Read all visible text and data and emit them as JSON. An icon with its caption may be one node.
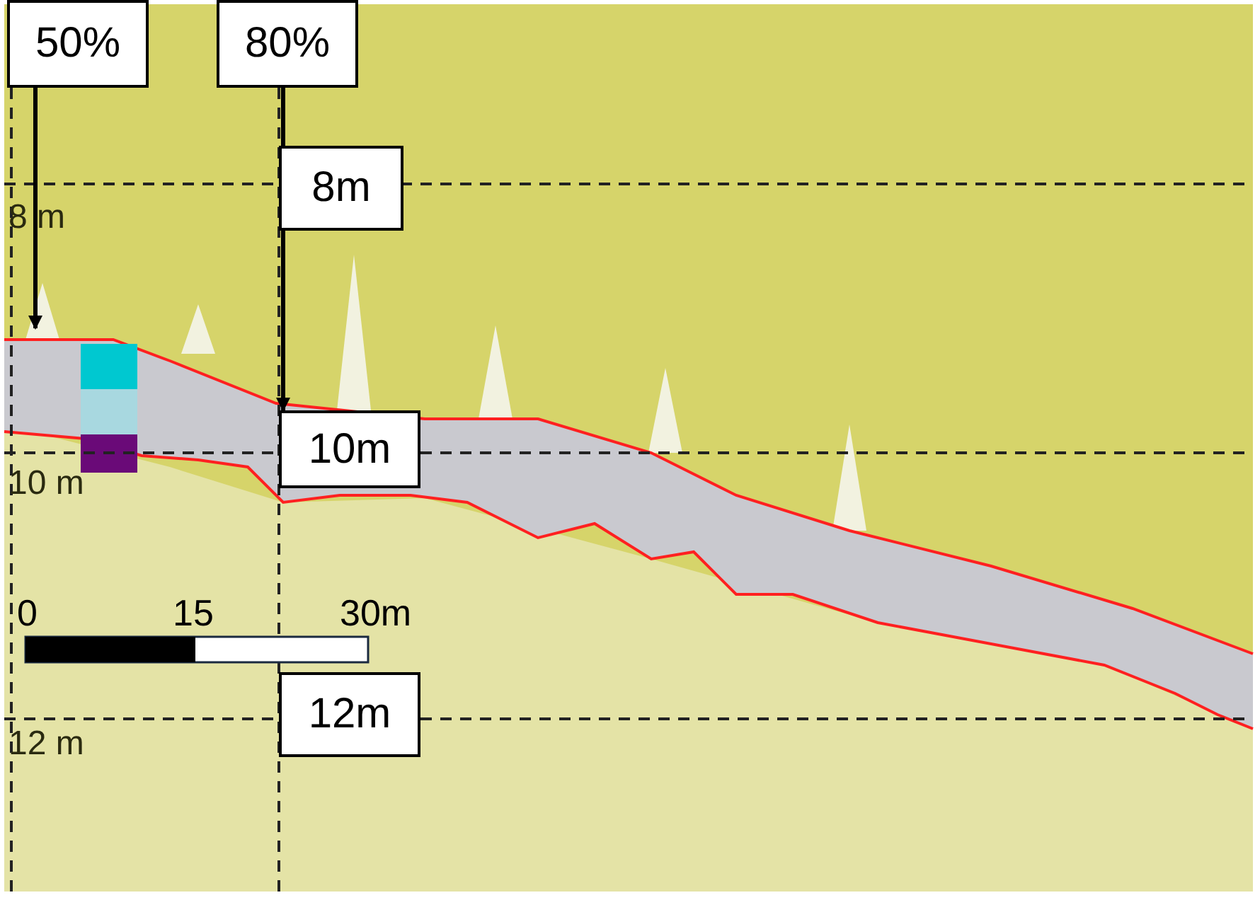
{
  "diagram": {
    "nodes": [
      {
        "text": [
          "50%"
        ]
      },
      {
        "text": [
          "80%"
        ]
      },
      {
        "text": [
          "8m"
        ]
      },
      {
        "text": [
          "10m"
        ]
      },
      {
        "text": [
          "12m"
        ]
      }
    ],
    "edges": [
      {
        "from": 0,
        "to": null,
        "arrow": "to"
      },
      {
        "from": 1,
        "to": 3,
        "arrow": "to"
      }
    ],
    "labels": [
      "8 m",
      "10 m",
      "0",
      "15",
      "30m",
      "12 m"
    ]
  }
}
